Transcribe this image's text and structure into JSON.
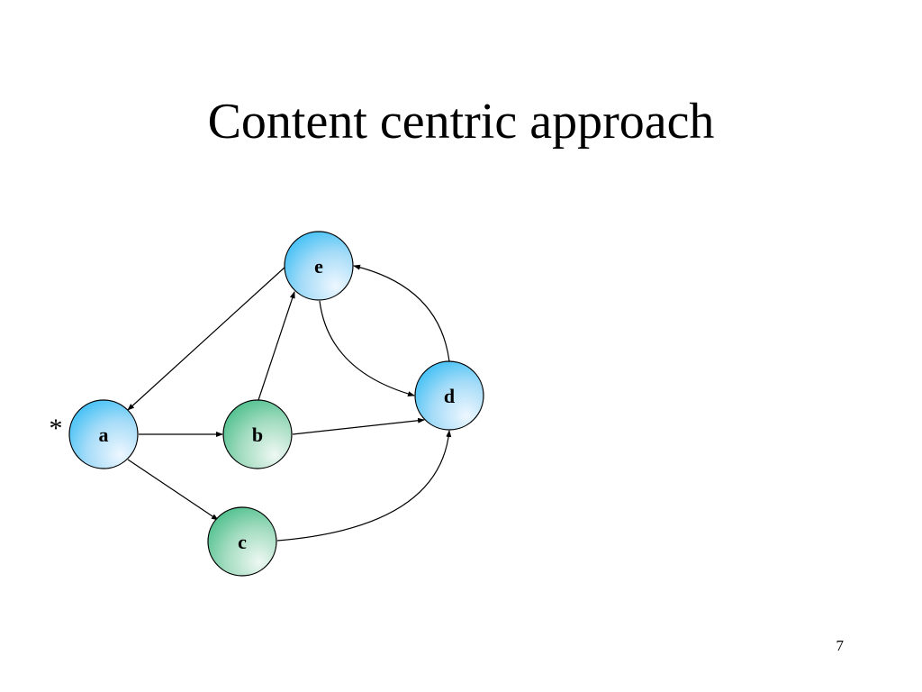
{
  "title": "Content centric approach",
  "page_number": "7",
  "start_marker": "*",
  "nodes": [
    {
      "id": "a",
      "label": "a",
      "fill": "blue"
    },
    {
      "id": "b",
      "label": "b",
      "fill": "green"
    },
    {
      "id": "c",
      "label": "c",
      "fill": "green"
    },
    {
      "id": "d",
      "label": "d",
      "fill": "blue"
    },
    {
      "id": "e",
      "label": "e",
      "fill": "blue"
    }
  ],
  "edges": [
    {
      "from": "a",
      "to": "b"
    },
    {
      "from": "a",
      "to": "c"
    },
    {
      "from": "b",
      "to": "e"
    },
    {
      "from": "b",
      "to": "d"
    },
    {
      "from": "e",
      "to": "a"
    },
    {
      "from": "e",
      "to": "d"
    },
    {
      "from": "d",
      "to": "e"
    },
    {
      "from": "c",
      "to": "d"
    }
  ],
  "colors": {
    "blue_light": "#eef7ff",
    "blue_dark": "#3fbff5",
    "green_light": "#eef8f3",
    "green_dark": "#4dbf8c",
    "stroke": "#000000"
  }
}
